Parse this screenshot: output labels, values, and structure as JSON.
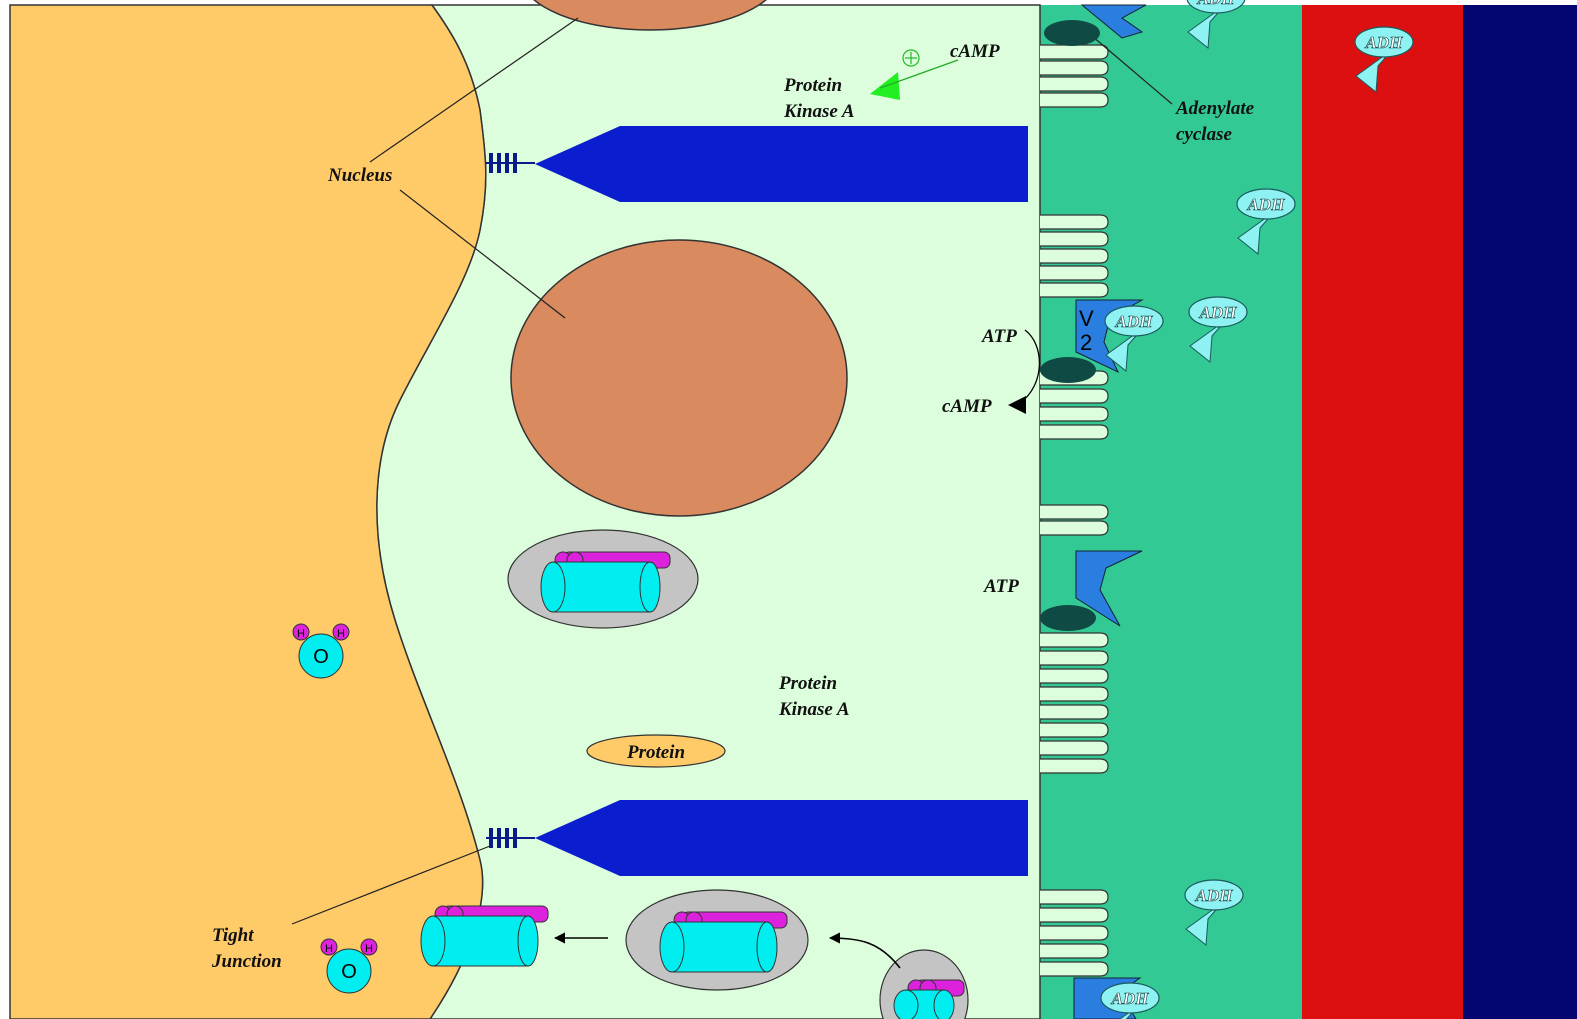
{
  "labels": {
    "nucleus": "Nucleus",
    "protein_kinase_a_top_line1": "Protein",
    "protein_kinase_a_top_line2": "Kinase A",
    "camp_top": "cAMP",
    "adenylate_cyclase_line1": "Adenylate",
    "adenylate_cyclase_line2": "cyclase",
    "atp_upper": "ATP",
    "camp_mid": "cAMP",
    "atp_lower": "ATP",
    "protein_kinase_a_mid_line1": "Protein",
    "protein_kinase_a_mid_line2": "Kinase A",
    "protein": "Protein",
    "tight_junction_line1": "Tight",
    "tight_junction_line2": "Junction",
    "receptor_v": "V",
    "receptor_2": "2",
    "water_o": "O",
    "water_h": "H",
    "activation_sign": "⊕"
  },
  "adh_label": "ADH",
  "colors": {
    "lumen": "#ffcb69",
    "cell": "#dcfedc",
    "interstitium": "#33c995",
    "blood_red": "#dc1010",
    "blood_navy": "#050572",
    "nucleus": "#d98a5e",
    "junction_bar": "#0a1ecf",
    "adh": "#8ef2f2",
    "receptor": "#2a7ee0",
    "adenylate_cyclase": "#0f4a44",
    "pka_arrow": "#22ee22",
    "aquaporin": "#00eef0",
    "aquaporin_cap": "#dd22dd",
    "vesicle": "#c4c4c4"
  }
}
